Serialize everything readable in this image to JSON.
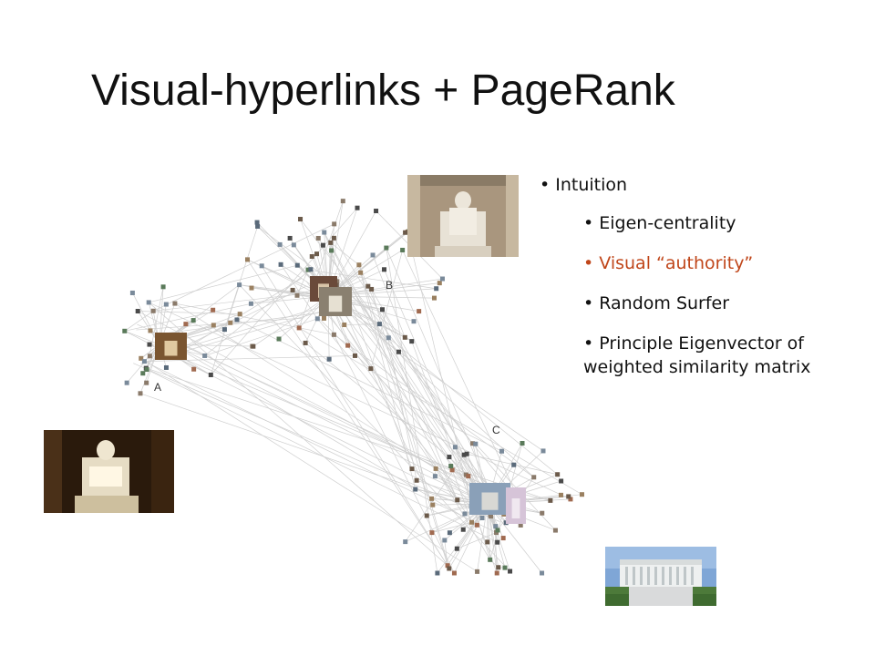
{
  "slide": {
    "title": "Visual-hyperlinks + PageRank",
    "bullets": {
      "intuition": "• Intuition",
      "eigen": "• Eigen-centrality",
      "visual_authority": "• Visual “authority”",
      "random_surfer": "• Random Surfer",
      "principle": "• Principle Eigenvector of weighted similarity matrix"
    },
    "accent_color": "#c0461a"
  },
  "graph": {
    "cluster_labels": {
      "a": "A",
      "b": "B",
      "c": "C"
    }
  },
  "photos": {
    "statue_top": "lincoln-statue-photo",
    "statue_left": "lincoln-statue-night-photo",
    "memorial_building": "lincoln-memorial-building-photo"
  }
}
